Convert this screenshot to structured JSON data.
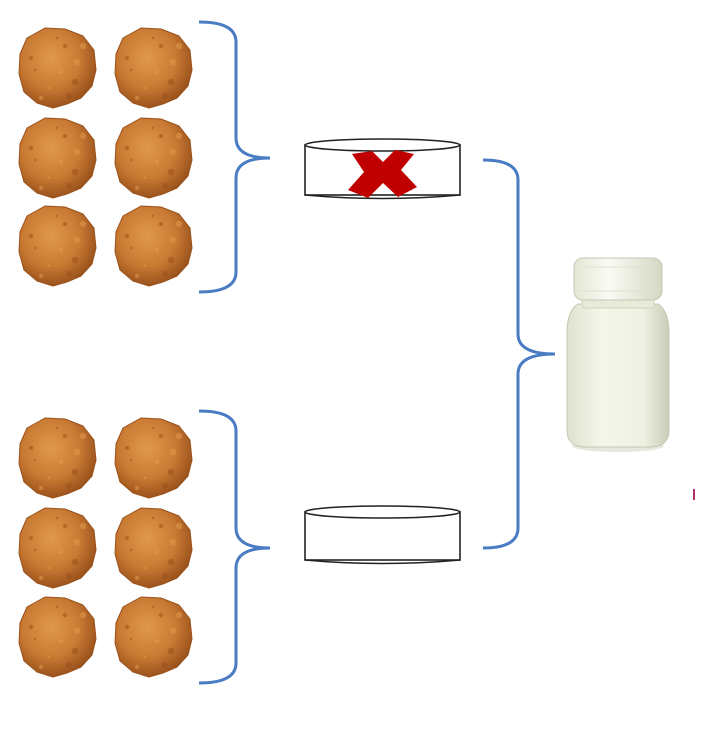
{
  "diagram": {
    "groups": [
      {
        "id": "top",
        "clump_count": 6,
        "dish_marked_with_x": true
      },
      {
        "id": "bottom",
        "clump_count": 6,
        "dish_marked_with_x": false
      }
    ],
    "colors": {
      "bracket": "#4a7cc4",
      "clump_light": "#e0994c",
      "clump_mid": "#c97a33",
      "clump_dark": "#9a521c",
      "dish_stroke": "#222222",
      "cross": "#c00000",
      "bottle_body": "#f1f3e6",
      "bottle_shadow": "#c9cdb8",
      "bottle_cap": "#f7f8ef"
    },
    "icons": {
      "clump": "soil-clump-icon",
      "dish": "petri-dish-icon",
      "cross": "cross-mark-icon",
      "bottle": "specimen-bottle-icon"
    }
  }
}
